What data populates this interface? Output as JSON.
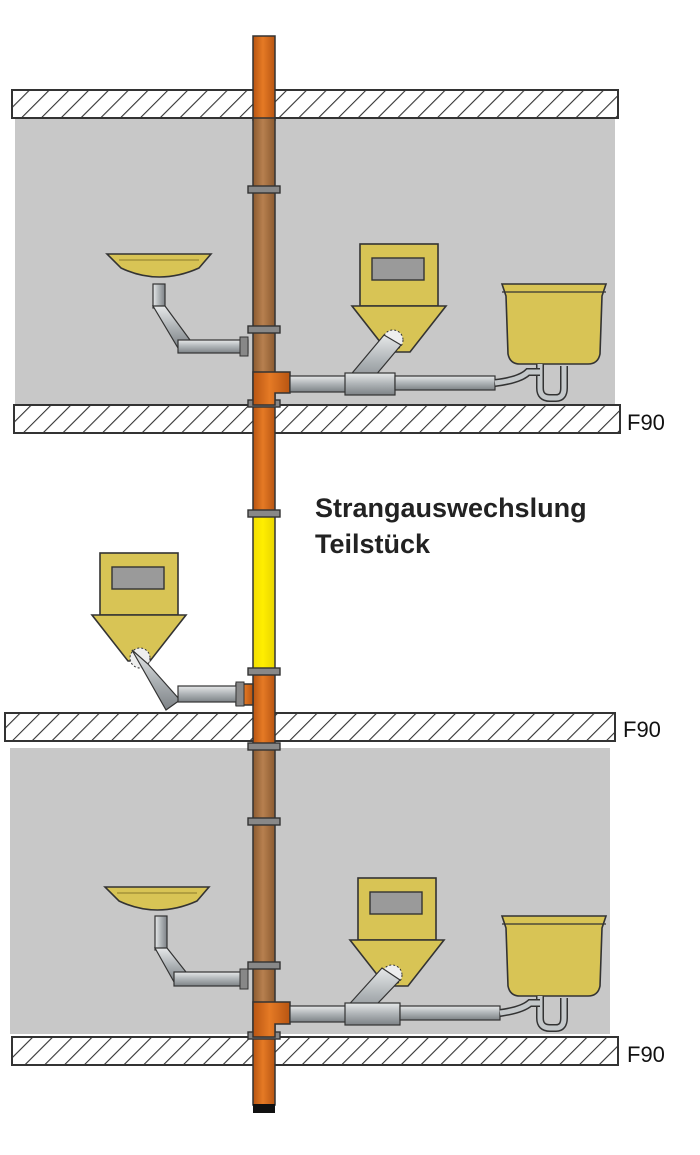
{
  "title": {
    "line1": "Strangauswechslung",
    "line2": "Teilstück"
  },
  "fire_rating_labels": [
    "F90",
    "F90",
    "F90"
  ],
  "colors": {
    "room_fill": "#c8c8c8",
    "stack_orange": "#d76f1f",
    "stack_brown": "#a86a3a",
    "replacement_section": "#ffee00",
    "pipe_grey": "#aeb3b6",
    "fixture_yellow": "#d8c455",
    "outline": "#333333"
  },
  "icons": [
    "washbasin-icon",
    "toilet-icon",
    "bathtub-icon",
    "p-trap-icon",
    "hatched-slab-icon"
  ]
}
